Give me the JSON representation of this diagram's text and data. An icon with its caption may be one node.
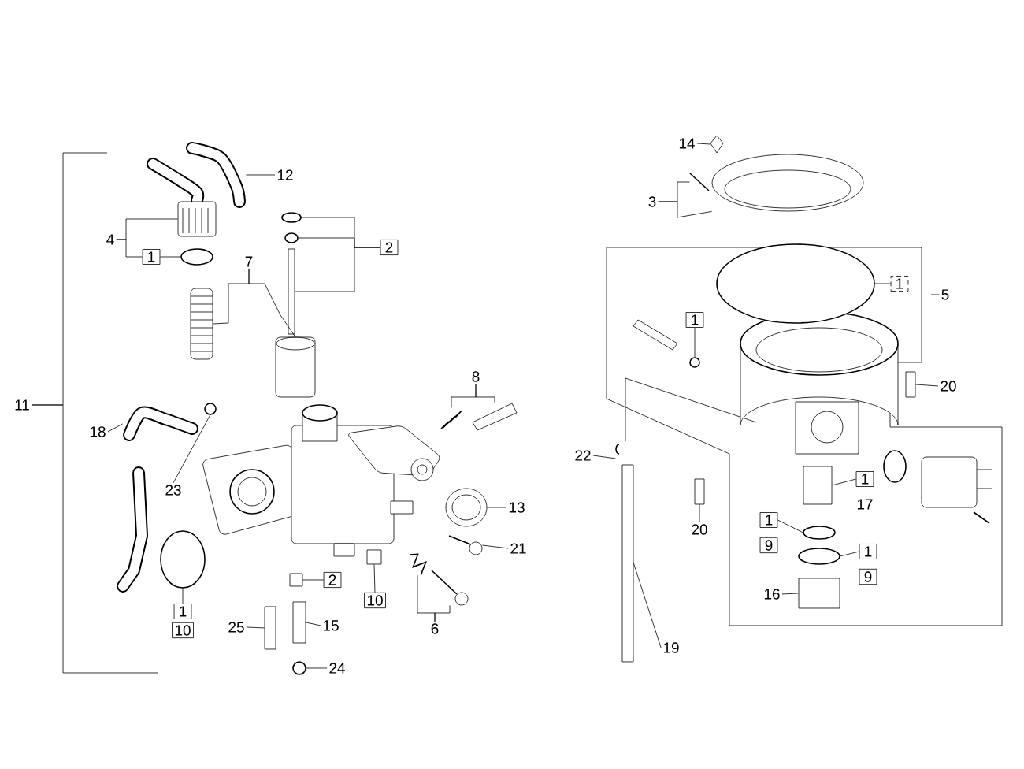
{
  "diagram": {
    "nodes": [
      {
        "text": [
          "12"
        ]
      },
      {
        "text": [
          "4"
        ]
      },
      {
        "text": [
          "1"
        ]
      },
      {
        "text": [
          "2"
        ]
      },
      {
        "text": [
          "7"
        ]
      },
      {
        "text": [
          "11"
        ]
      },
      {
        "text": [
          "18"
        ]
      },
      {
        "text": [
          "8"
        ]
      },
      {
        "text": [
          "23"
        ]
      },
      {
        "text": [
          "13"
        ]
      },
      {
        "text": [
          "21"
        ]
      },
      {
        "text": [
          "2"
        ]
      },
      {
        "text": [
          "10"
        ]
      },
      {
        "text": [
          "1"
        ]
      },
      {
        "text": [
          "10"
        ]
      },
      {
        "text": [
          "6"
        ]
      },
      {
        "text": [
          "25"
        ]
      },
      {
        "text": [
          "15"
        ]
      },
      {
        "text": [
          "24"
        ]
      },
      {
        "text": [
          "14"
        ]
      },
      {
        "text": [
          "3"
        ]
      },
      {
        "text": [
          "1"
        ]
      },
      {
        "text": [
          "5"
        ]
      },
      {
        "text": [
          "1"
        ]
      },
      {
        "text": [
          "20"
        ]
      },
      {
        "text": [
          "22"
        ]
      },
      {
        "text": [
          "1"
        ]
      },
      {
        "text": [
          "17"
        ]
      },
      {
        "text": [
          "20"
        ]
      },
      {
        "text": [
          "1"
        ]
      },
      {
        "text": [
          "9"
        ]
      },
      {
        "text": [
          "1"
        ]
      },
      {
        "text": [
          "9"
        ]
      },
      {
        "text": [
          "16"
        ]
      },
      {
        "text": [
          "19"
        ]
      },
      {
        "text": [],
        "shape": "picture"
      },
      {
        "text": [],
        "shape": "picture"
      },
      {
        "text": [],
        "shape": "circle"
      },
      {
        "text": [],
        "shape": "circle"
      },
      {
        "text": [],
        "shape": "circle"
      },
      {
        "text": [],
        "shape": "box"
      },
      {
        "text": [],
        "shape": "picture"
      },
      {
        "text": [],
        "shape": "picture"
      },
      {
        "text": [],
        "shape": "picture"
      },
      {
        "text": [],
        "shape": "picture"
      },
      {
        "text": [],
        "shape": "picture"
      },
      {
        "text": [],
        "shape": "circle"
      },
      {
        "text": [],
        "shape": "picture"
      },
      {
        "text": [],
        "shape": "picture"
      },
      {
        "text": [],
        "shape": "box"
      },
      {
        "text": [],
        "shape": "box"
      },
      {
        "text": [],
        "shape": "circle"
      },
      {
        "text": [],
        "shape": "picture"
      },
      {
        "text": [],
        "shape": "picture"
      },
      {
        "text": [],
        "shape": "box"
      },
      {
        "text": [],
        "shape": "box"
      },
      {
        "text": [],
        "shape": "circle"
      },
      {
        "text": [],
        "shape": "picture"
      },
      {
        "text": [],
        "shape": "picture"
      },
      {
        "text": [],
        "shape": "picture"
      },
      {
        "text": [],
        "shape": "circle"
      },
      {
        "text": [],
        "shape": "circle"
      },
      {
        "text": [],
        "shape": "box"
      },
      {
        "text": [],
        "shape": "picture"
      },
      {
        "text": [],
        "shape": "box"
      },
      {
        "text": [],
        "shape": "box"
      },
      {
        "text": [],
        "shape": "circle"
      },
      {
        "text": [],
        "shape": "circle"
      },
      {
        "text": [],
        "shape": "box"
      },
      {
        "text": [],
        "shape": "box"
      }
    ],
    "edges": [
      {
        "from": 0,
        "to": 35,
        "arrow": "none"
      },
      {
        "from": 1,
        "to": 36,
        "arrow": "none"
      },
      {
        "from": 1,
        "to": 2,
        "arrow": "none"
      },
      {
        "from": 2,
        "to": 37,
        "arrow": "none"
      },
      {
        "from": 3,
        "to": 38,
        "arrow": "none"
      },
      {
        "from": 3,
        "to": 39,
        "arrow": "none"
      },
      {
        "from": 3,
        "to": 40,
        "arrow": "none"
      },
      {
        "from": 4,
        "to": 41,
        "arrow": "none"
      },
      {
        "from": 4,
        "to": 42,
        "arrow": "none"
      },
      {
        "from": 5,
        "to": null,
        "arrow": "none"
      },
      {
        "from": 5,
        "to": null,
        "arrow": "none"
      },
      {
        "from": 6,
        "to": 43,
        "arrow": "none"
      },
      {
        "from": 7,
        "to": 44,
        "arrow": "none"
      },
      {
        "from": 7,
        "to": 45,
        "arrow": "none"
      },
      {
        "from": 8,
        "to": 46,
        "arrow": "none"
      },
      {
        "from": 9,
        "to": 47,
        "arrow": "none"
      },
      {
        "from": 10,
        "to": 48,
        "arrow": "none"
      },
      {
        "from": 11,
        "to": 49,
        "arrow": "none"
      },
      {
        "from": 12,
        "to": 50,
        "arrow": "none"
      },
      {
        "from": 13,
        "to": 51,
        "arrow": "none"
      },
      {
        "from": 15,
        "to": 52,
        "arrow": "none"
      },
      {
        "from": 15,
        "to": 53,
        "arrow": "none"
      },
      {
        "from": 16,
        "to": 54,
        "arrow": "none"
      },
      {
        "from": 17,
        "to": 55,
        "arrow": "none"
      },
      {
        "from": 18,
        "to": 56,
        "arrow": "none"
      },
      {
        "from": 19,
        "to": 57,
        "arrow": "none"
      },
      {
        "from": 20,
        "to": 58,
        "arrow": "none"
      },
      {
        "from": 20,
        "to": 59,
        "arrow": "none"
      },
      {
        "from": 21,
        "to": 60,
        "arrow": "none"
      },
      {
        "from": 22,
        "to": null,
        "arrow": "none"
      },
      {
        "from": 23,
        "to": 61,
        "arrow": "none"
      },
      {
        "from": 24,
        "to": 62,
        "arrow": "none"
      },
      {
        "from": 25,
        "to": 63,
        "arrow": "none"
      },
      {
        "from": 26,
        "to": 64,
        "arrow": "none"
      },
      {
        "from": 28,
        "to": 65,
        "arrow": "none"
      },
      {
        "from": 29,
        "to": 66,
        "arrow": "none"
      },
      {
        "from": 31,
        "to": 67,
        "arrow": "none"
      },
      {
        "from": 33,
        "to": 68,
        "arrow": "none"
      },
      {
        "from": 34,
        "to": 69,
        "arrow": "none"
      }
    ]
  }
}
